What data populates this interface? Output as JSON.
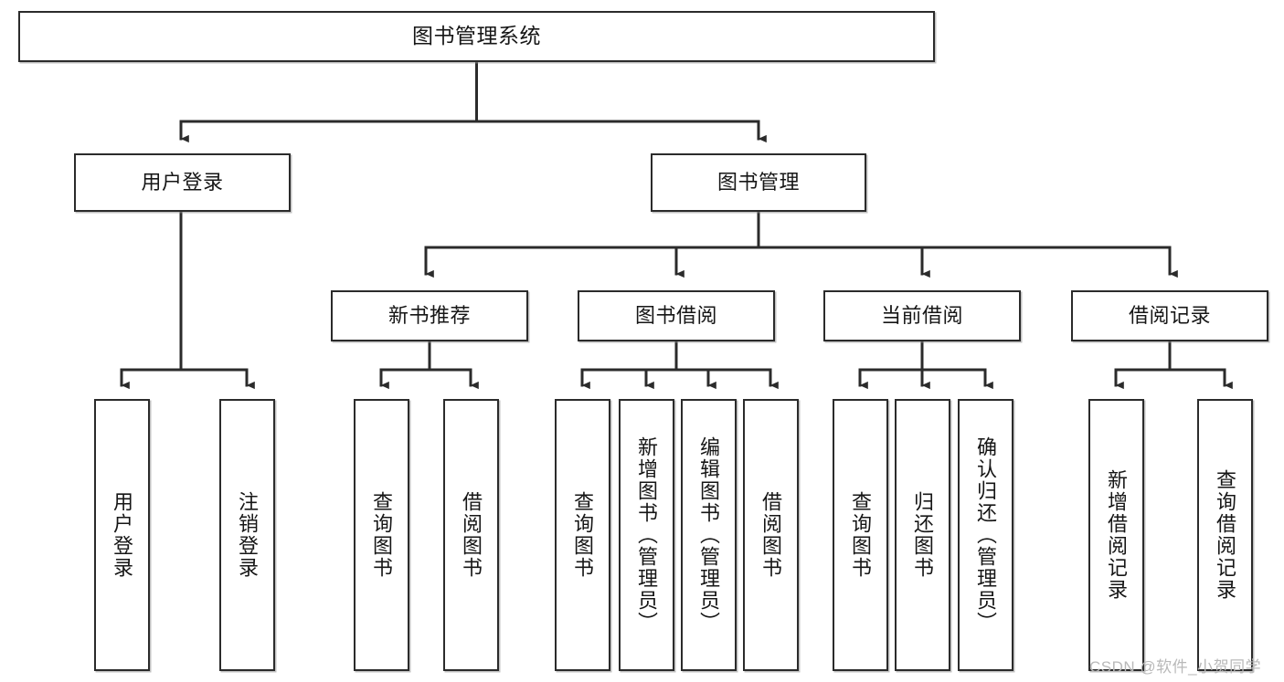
{
  "diagram": {
    "title_node": {
      "label": "图书管理系统"
    },
    "level2": [
      {
        "id": "user-login",
        "label": "用户登录"
      },
      {
        "id": "book-manage",
        "label": "图书管理"
      }
    ],
    "level3": [
      {
        "id": "new-book-recommend",
        "label": "新书推荐"
      },
      {
        "id": "book-borrow",
        "label": "图书借阅"
      },
      {
        "id": "current-borrow",
        "label": "当前借阅"
      },
      {
        "id": "borrow-record",
        "label": "借阅记录"
      }
    ],
    "leaves": {
      "user_login": [
        {
          "id": "leaf-user-login",
          "label": "用户登录"
        },
        {
          "id": "leaf-logout",
          "label": "注销登录"
        }
      ],
      "new_book_recommend": [
        {
          "id": "leaf-query-book-1",
          "label": "查询图书"
        },
        {
          "id": "leaf-borrow-book-1",
          "label": "借阅图书"
        }
      ],
      "book_borrow": [
        {
          "id": "leaf-query-book-2",
          "label": "查询图书"
        },
        {
          "id": "leaf-add-book",
          "label": "新增图书（管理员）"
        },
        {
          "id": "leaf-edit-book",
          "label": "编辑图书（管理员）"
        },
        {
          "id": "leaf-borrow-book-2",
          "label": "借阅图书"
        }
      ],
      "current_borrow": [
        {
          "id": "leaf-query-book-3",
          "label": "查询图书"
        },
        {
          "id": "leaf-return-book",
          "label": "归还图书"
        },
        {
          "id": "leaf-confirm-return",
          "label": "确认归还（管理员）"
        }
      ],
      "borrow_record": [
        {
          "id": "leaf-add-record",
          "label": "新增借阅记录"
        },
        {
          "id": "leaf-query-record",
          "label": "查询借阅记录"
        }
      ]
    },
    "watermark": {
      "text": "CSDN @软件_小贺同学"
    },
    "colors": {
      "background": "#ffffff",
      "node_border": "#2b2b2b",
      "node_fill": "#ffffff",
      "connector": "#2b2b2b",
      "text": "#161616",
      "watermark": "#b9b9b9"
    }
  }
}
